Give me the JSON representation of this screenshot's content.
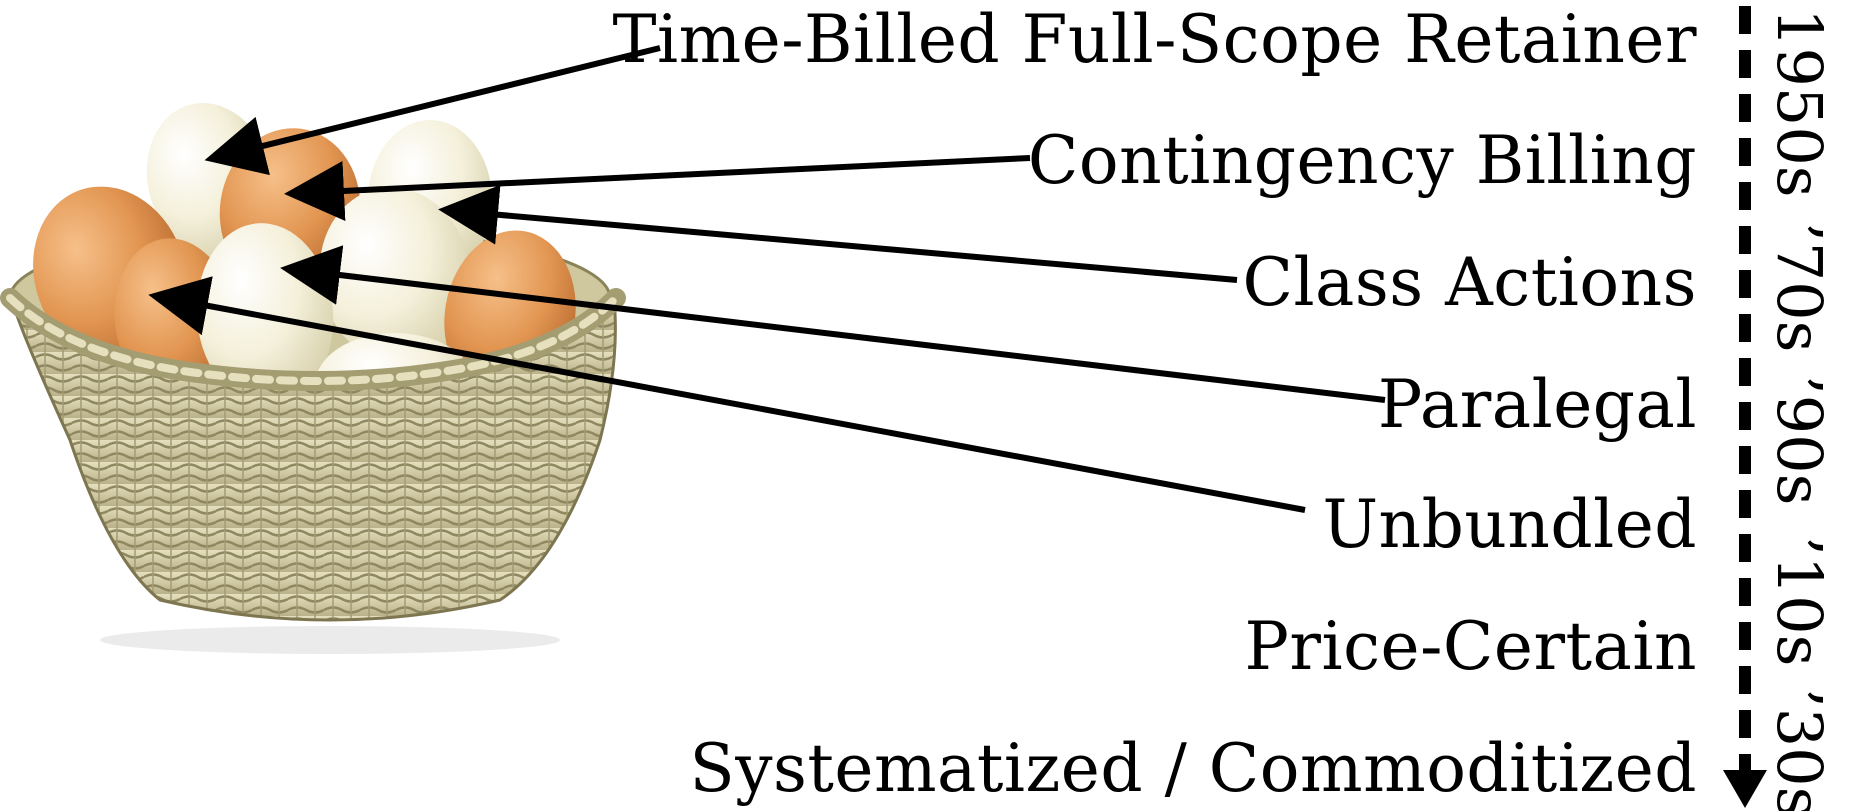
{
  "models": [
    {
      "label": "Time-Billed Full-Scope Retainer"
    },
    {
      "label": "Contingency Billing"
    },
    {
      "label": "Class Actions"
    },
    {
      "label": "Paralegal"
    },
    {
      "label": "Unbundled"
    },
    {
      "label": "Price-Certain"
    },
    {
      "label": "Systematized / Commoditized"
    }
  ],
  "timeline": {
    "eras": [
      "1950s",
      "’70s",
      "’90s",
      "’10s",
      "’30s"
    ]
  },
  "colors": {
    "text": "#000000",
    "background": "#ffffff",
    "egg_brown": "#e09a5a",
    "egg_cream": "#f3efd8",
    "basket": "#d6cfa8"
  }
}
